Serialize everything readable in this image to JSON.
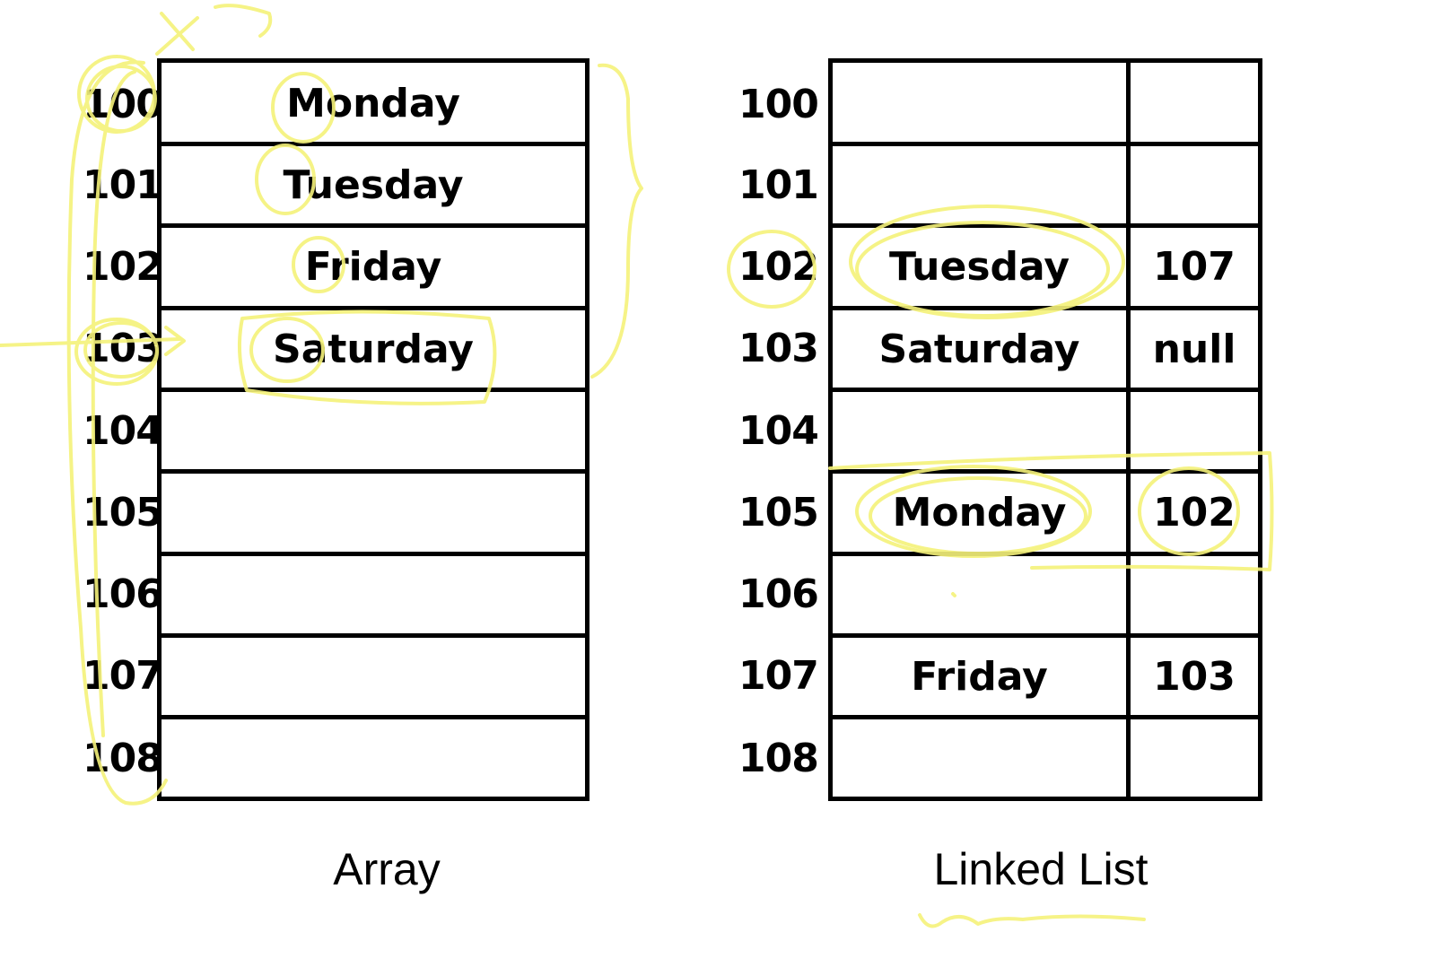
{
  "array": {
    "caption": "Array",
    "rows": [
      {
        "address": "100",
        "value": "Monday"
      },
      {
        "address": "101",
        "value": "Tuesday"
      },
      {
        "address": "102",
        "value": "Friday"
      },
      {
        "address": "103",
        "value": "Saturday"
      },
      {
        "address": "104",
        "value": ""
      },
      {
        "address": "105",
        "value": ""
      },
      {
        "address": "106",
        "value": ""
      },
      {
        "address": "107",
        "value": ""
      },
      {
        "address": "108",
        "value": ""
      }
    ]
  },
  "linked_list": {
    "caption": "Linked List",
    "rows": [
      {
        "address": "100",
        "value": "",
        "next": ""
      },
      {
        "address": "101",
        "value": "",
        "next": ""
      },
      {
        "address": "102",
        "value": "Tuesday",
        "next": "107"
      },
      {
        "address": "103",
        "value": "Saturday",
        "next": "null"
      },
      {
        "address": "104",
        "value": "",
        "next": ""
      },
      {
        "address": "105",
        "value": "Monday",
        "next": "102"
      },
      {
        "address": "106",
        "value": "",
        "next": ""
      },
      {
        "address": "107",
        "value": "Friday",
        "next": "103"
      },
      {
        "address": "108",
        "value": "",
        "next": ""
      }
    ]
  },
  "annotation_color": "#f5f27a"
}
